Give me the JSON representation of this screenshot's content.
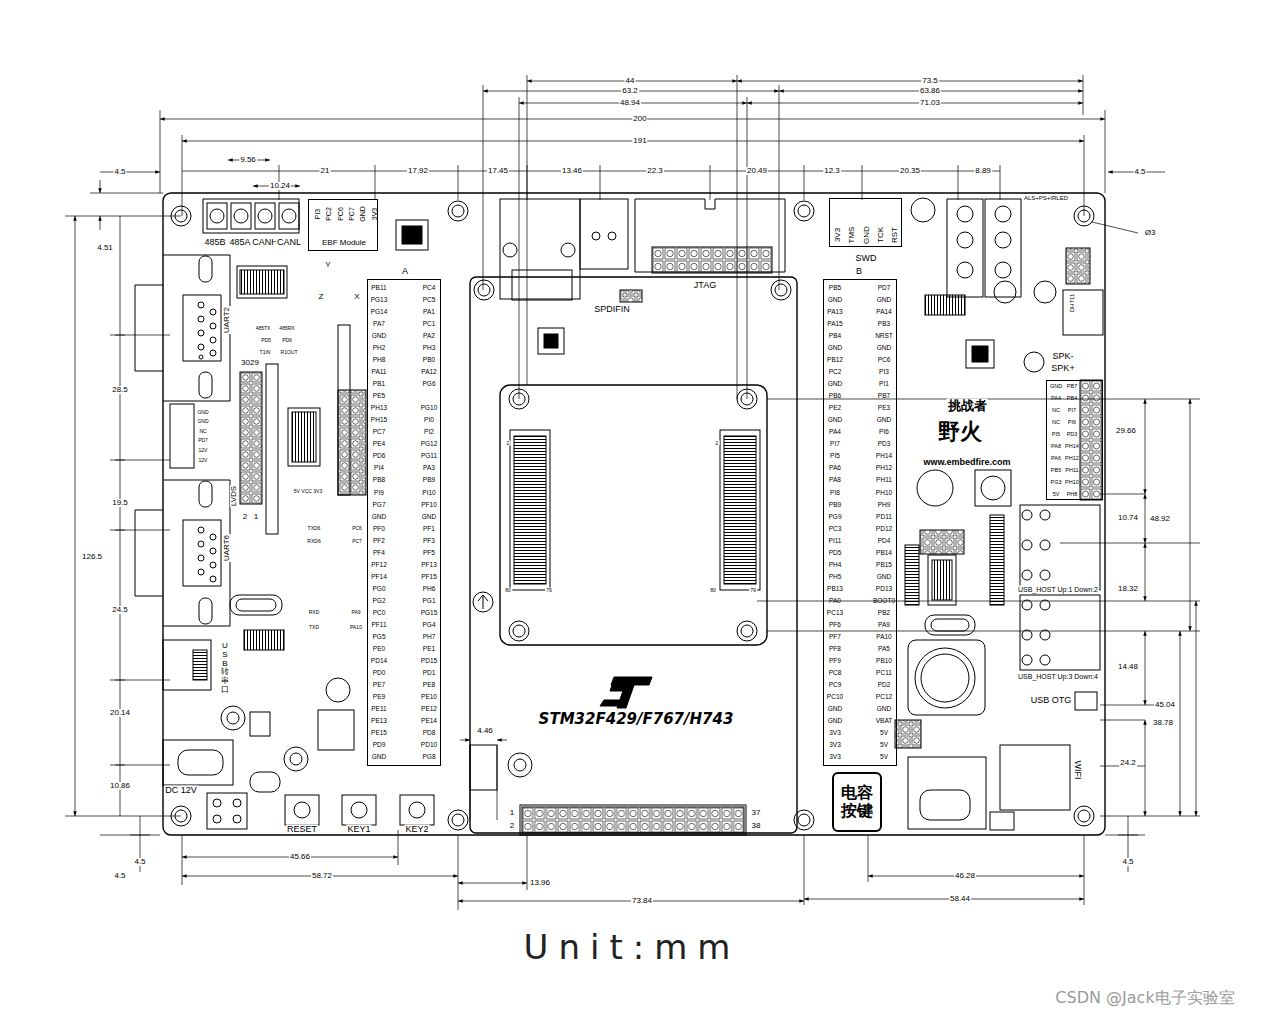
{
  "diagram": {
    "nodes": [
      {
        "text": [
          "PI3",
          "PC2",
          "PC6",
          "PC7",
          "GND",
          "3V3",
          "EBF Module"
        ]
      },
      {
        "text": [
          "3V3",
          "TMS",
          "GND",
          "TCK",
          "RST",
          "SWD"
        ]
      },
      {
        "text": [
          "电容 按键"
        ]
      },
      {
        "text": [
          "A",
          "PB11",
          "PG13",
          "PG14",
          "PA7",
          "GND",
          "PH2",
          "PH8",
          "PA11",
          "PB1",
          "PE5",
          "PH13",
          "PH15",
          "PC7",
          "PE4",
          "PD6",
          "PI4",
          "PB8",
          "PI9",
          "PG7",
          "GND",
          "PF0",
          "PF2",
          "PF4",
          "PF12",
          "PF14",
          "PG0",
          "PG2",
          "PC0",
          "PF11",
          "PG5",
          "PE0",
          "PD14",
          "PD0",
          "PE7",
          "PE9",
          "PE11",
          "PE13",
          "PE15",
          "PD9",
          "GND",
          "PC4",
          "PC5",
          "PA1",
          "PC1",
          "PA2",
          "PH3",
          "PB0",
          "PA12",
          "PG6",
          "PG10",
          "PI0",
          "PI2",
          "PG12",
          "PG11",
          "PA3",
          "PB9",
          "PI10",
          "PF10",
          "GND",
          "PF1",
          "PF3",
          "PF5",
          "PF13",
          "PF15",
          "PH6",
          "PG1",
          "PG15",
          "PG4",
          "PH7",
          "PE1",
          "PD15",
          "PD1",
          "PE8",
          "PE10",
          "PE12",
          "PE14",
          "PD8",
          "PD10",
          "PG8"
        ]
      },
      {
        "text": [
          "B",
          "PB5",
          "GND",
          "PA13",
          "PA15",
          "PB4",
          "GND",
          "PB12",
          "PC2",
          "GND",
          "PB6",
          "PE2",
          "GND",
          "PA4",
          "PI7",
          "PI5",
          "PA6",
          "PA8",
          "PI8",
          "PB9",
          "PG9",
          "PC3",
          "PI11",
          "PD5",
          "PH4",
          "PH5",
          "PB13",
          "PA0",
          "PC13",
          "PF6",
          "PF7",
          "PF8",
          "PF9",
          "PC8",
          "PC9",
          "PC10",
          "GND",
          "GND",
          "3V3",
          "3V3",
          "3V3",
          "PD7",
          "GND",
          "PA14",
          "PB3",
          "NRST",
          "GND",
          "PC6",
          "PI3",
          "PI1",
          "PB7",
          "PE3",
          "GND",
          "PI6",
          "PD3",
          "PH14",
          "PH12",
          "PH11",
          "PH10",
          "PH9",
          "PD11",
          "PD12",
          "PD4",
          "PB14",
          "PB15",
          "GND",
          "PD13",
          "BOOT0",
          "PB2",
          "PA9",
          "PA10",
          "PA5",
          "PB10",
          "PC11",
          "PD2",
          "PC12",
          "GND",
          "VBAT",
          "5V",
          "5V",
          "5V"
        ]
      },
      {
        "text": [
          "GND",
          "PA4",
          "NC",
          "NC",
          "PI5",
          "PA8",
          "PA6",
          "PB5",
          "PG3",
          "5V",
          "PB7",
          "PB4",
          "PI7",
          "PI6",
          "PD3",
          "PH14",
          "PH12",
          "PH11",
          "PH10",
          "PH8"
        ]
      }
    ],
    "labels": [
      "44",
      "73.5",
      "63.2",
      "63.86",
      "48.94",
      "71.03",
      "200",
      "191",
      "4.5",
      "9.56",
      "10.24",
      "21",
      "17.92",
      "17.45",
      "13.46",
      "22.3",
      "20.49",
      "12.3",
      "20.35",
      "8.89",
      "4.5",
      "4.51",
      "Ø3",
      "28.5",
      "19.5",
      "126.5",
      "24.5",
      "20.14",
      "10.86",
      "4.5",
      "4.5",
      "45.66",
      "58.72",
      "4.46",
      "13.96",
      "73.84",
      "58.44",
      "46.28",
      "29.66",
      "10.74",
      "48.92",
      "18.32",
      "14.48",
      "45.04",
      "38.78",
      "24.2",
      "4.5",
      "485B",
      "485A",
      "CANH",
      "CANL",
      "Y",
      "Z",
      "X",
      "UART2",
      "485TX",
      "485RX",
      "PD5",
      "PD6",
      "T1IN",
      "R1OUT",
      "3029",
      "LVDS",
      "2",
      "1",
      "5V VCC 3V3",
      "TXD6",
      "RXD6",
      "PC6",
      "PC7",
      "RXD",
      "TXD",
      "PA9",
      "PA10",
      "UART6",
      "USB转串口",
      "DC 12V",
      "RESET",
      "KEY1",
      "KEY2",
      "SPDIFIN",
      "JTAG",
      "2",
      "80",
      "79",
      "2",
      "80",
      "79",
      "STM32F429/F767/H743",
      "1",
      "2",
      "37",
      "38",
      "挑战者",
      "野火",
      "www.embedfire.com",
      "ALS+PS+IRLED",
      "DHT11",
      "SPK-",
      "SPK+",
      "USB_HOST Up:1 Down:2",
      "USB_HOST Up:3 Down:4",
      "USB OTG",
      "WIFI",
      "Unit:mm",
      "CSDN @Jack电子实验室",
      "GND",
      "GND",
      "NC",
      "PD7",
      "12V",
      "12V"
    ]
  }
}
